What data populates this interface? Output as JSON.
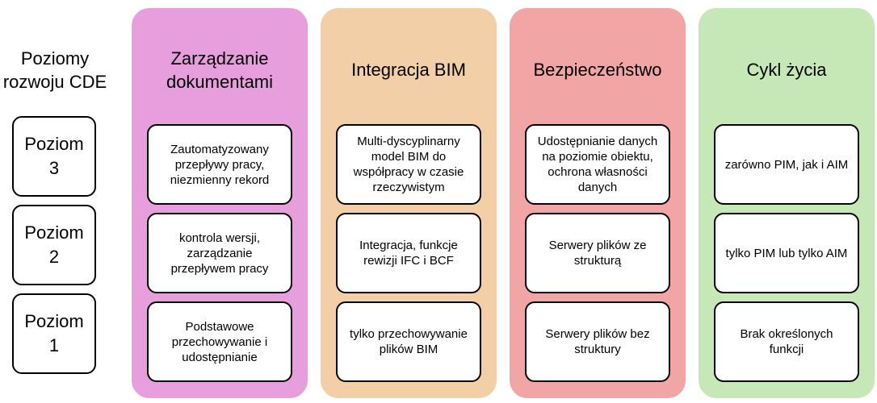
{
  "levels": {
    "title_line1": "Poziomy",
    "title_line2": "rozwoju CDE",
    "rows": [
      {
        "line1": "Poziom",
        "line2": "3"
      },
      {
        "line1": "Poziom",
        "line2": "2"
      },
      {
        "line1": "Poziom",
        "line2": "1"
      }
    ]
  },
  "columns": [
    {
      "title_line1": "Zarządzanie",
      "title_line2": "dokumentami",
      "color": "#e69fdc",
      "cells": [
        "Zautomatyzowany przepływy pracy, niezmienny rekord",
        "kontrola wersji, zarządzanie przepływem pracy",
        "Podstawowe przechowywanie i udostępnianie"
      ]
    },
    {
      "title_line1": "Integracja BIM",
      "color": "#f3cfa8",
      "cells": [
        "Multi-dyscyplinarny model BIM do współpracy w czasie rzeczywistym",
        "Integracja, funkcje rewizji IFC i BCF",
        "tylko przechowywanie plików BIM"
      ]
    },
    {
      "title_line1": "Bezpieczeństwo",
      "color": "#f2a5a5",
      "cells": [
        "Udostępnianie danych na poziomie obiektu, ochrona własności danych",
        "Serwery plików ze strukturą",
        "Serwery plików bez struktury"
      ]
    },
    {
      "title_line1": "Cykl życia",
      "color": "#c6e8b6",
      "cells": [
        "zarówno PIM, jak i AIM",
        "tylko PIM lub tylko AIM",
        "Brak określonych funkcji"
      ]
    }
  ]
}
